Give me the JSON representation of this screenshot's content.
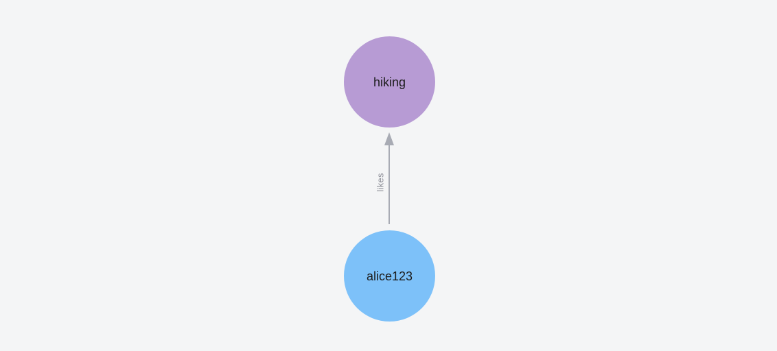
{
  "canvas": {
    "background_color": "#f4f5f6"
  },
  "graph": {
    "nodes": [
      {
        "label": "hiking",
        "fill_color": "#b79bd4",
        "text_color": "#1d1d1d"
      },
      {
        "label": "alice123",
        "fill_color": "#7dc1f9",
        "text_color": "#1d1d1d"
      }
    ],
    "edges": [
      {
        "label": "likes",
        "from": "alice123",
        "to": "hiking",
        "line_color": "#a8abb4",
        "label_color": "#8d8f98"
      }
    ]
  }
}
